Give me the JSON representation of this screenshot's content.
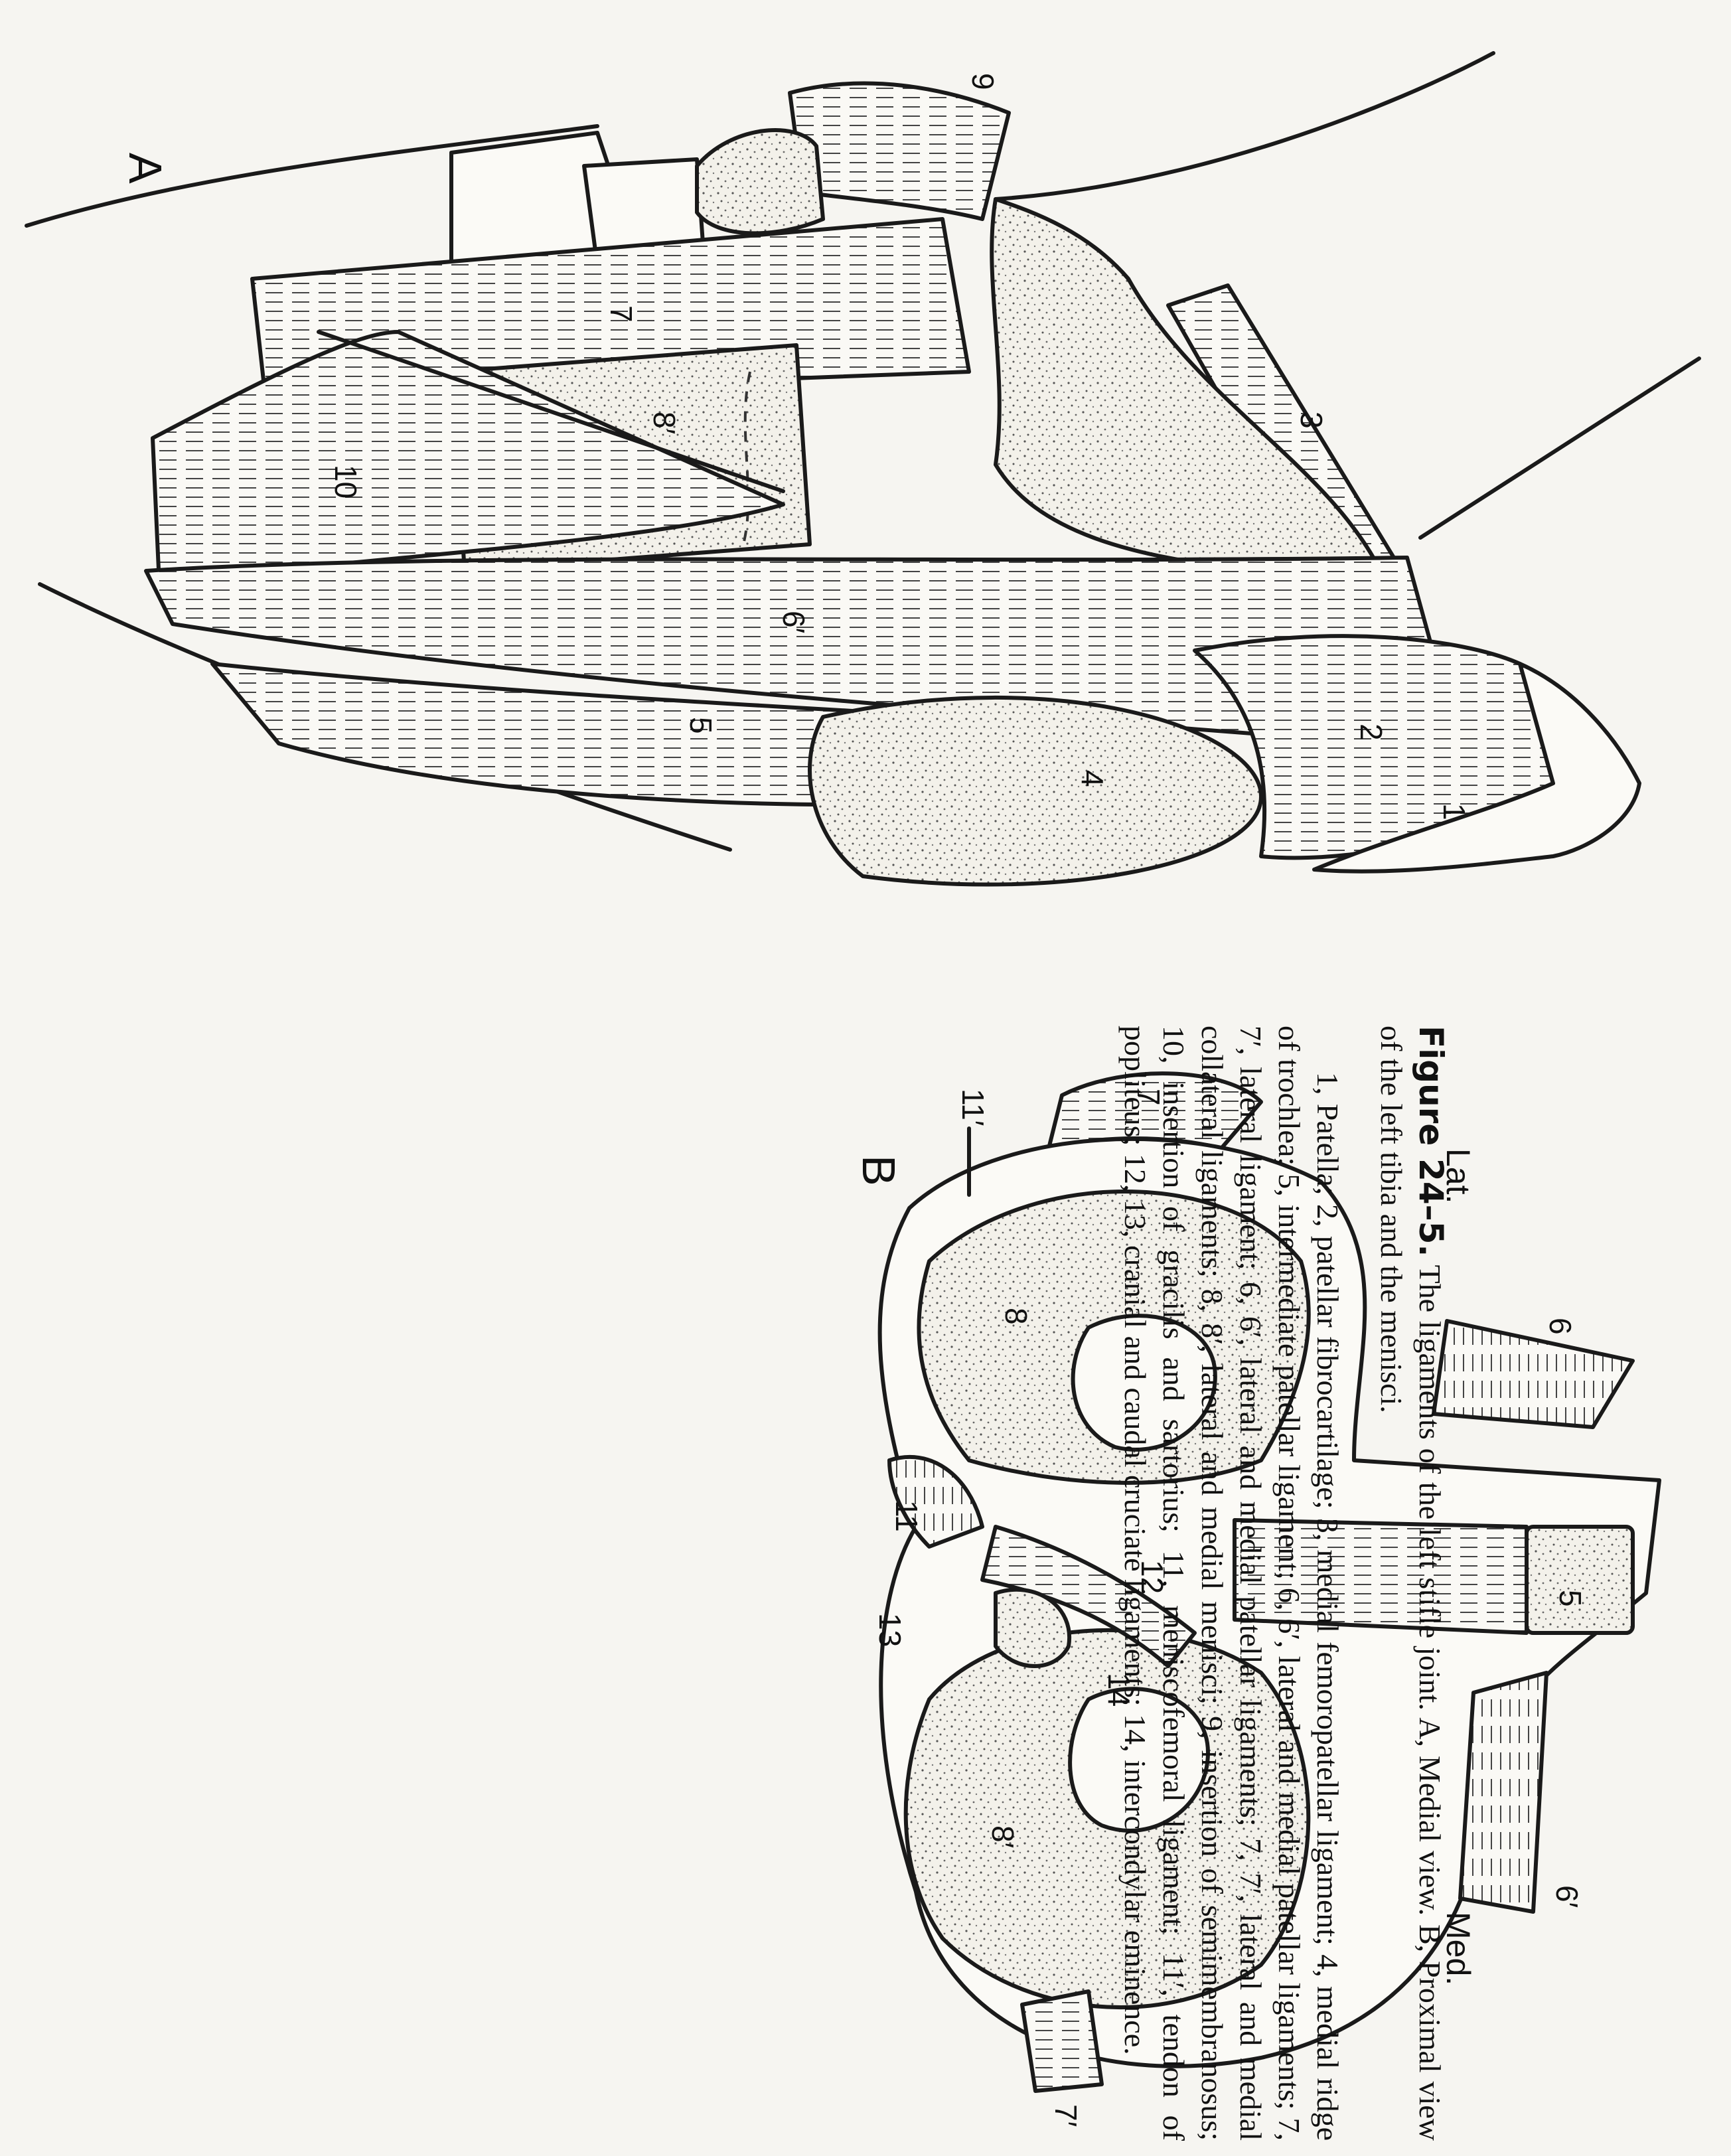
{
  "panel_a": {
    "panel_letter": "A",
    "labels": [
      "1",
      "2",
      "3",
      "4",
      "5",
      "6′",
      "7",
      "8′",
      "9",
      "10"
    ]
  },
  "panel_b": {
    "panel_letter": "B",
    "side_lateral": "Lat.",
    "side_medial": "Med.",
    "labels": [
      "5",
      "6",
      "6′",
      "7",
      "7′",
      "8",
      "8′",
      "11",
      "11′",
      "12",
      "13",
      "14"
    ]
  },
  "caption": {
    "figure_number": "Figure 24–5.",
    "title": "The ligaments of the left stifle joint. A, Medial view. B, Proximal view of the left tibia and the menisci.",
    "legend": "1, Patella; 2, patellar fibrocartilage; 3, medial femoropatellar ligament; 4, medial ridge of trochlea; 5, intermediate patellar ligament; 6, 6′, lateral and medial patellar ligaments; 7, 7′, lateral ligament; 6, 6′, lateral and medial patellar ligaments; 7, 7′, lateral and medial collateral ligaments; 8, 8′, lateral and medial menisci; 9, insertion of semimembranosus; 10, insertion of gracilis and sartorius; 11, meniscofemoral ligament; 11′, tendon of popliteus; 12, 13, cranial and caudal cruciate ligaments; 14, intercondylar eminence."
  }
}
